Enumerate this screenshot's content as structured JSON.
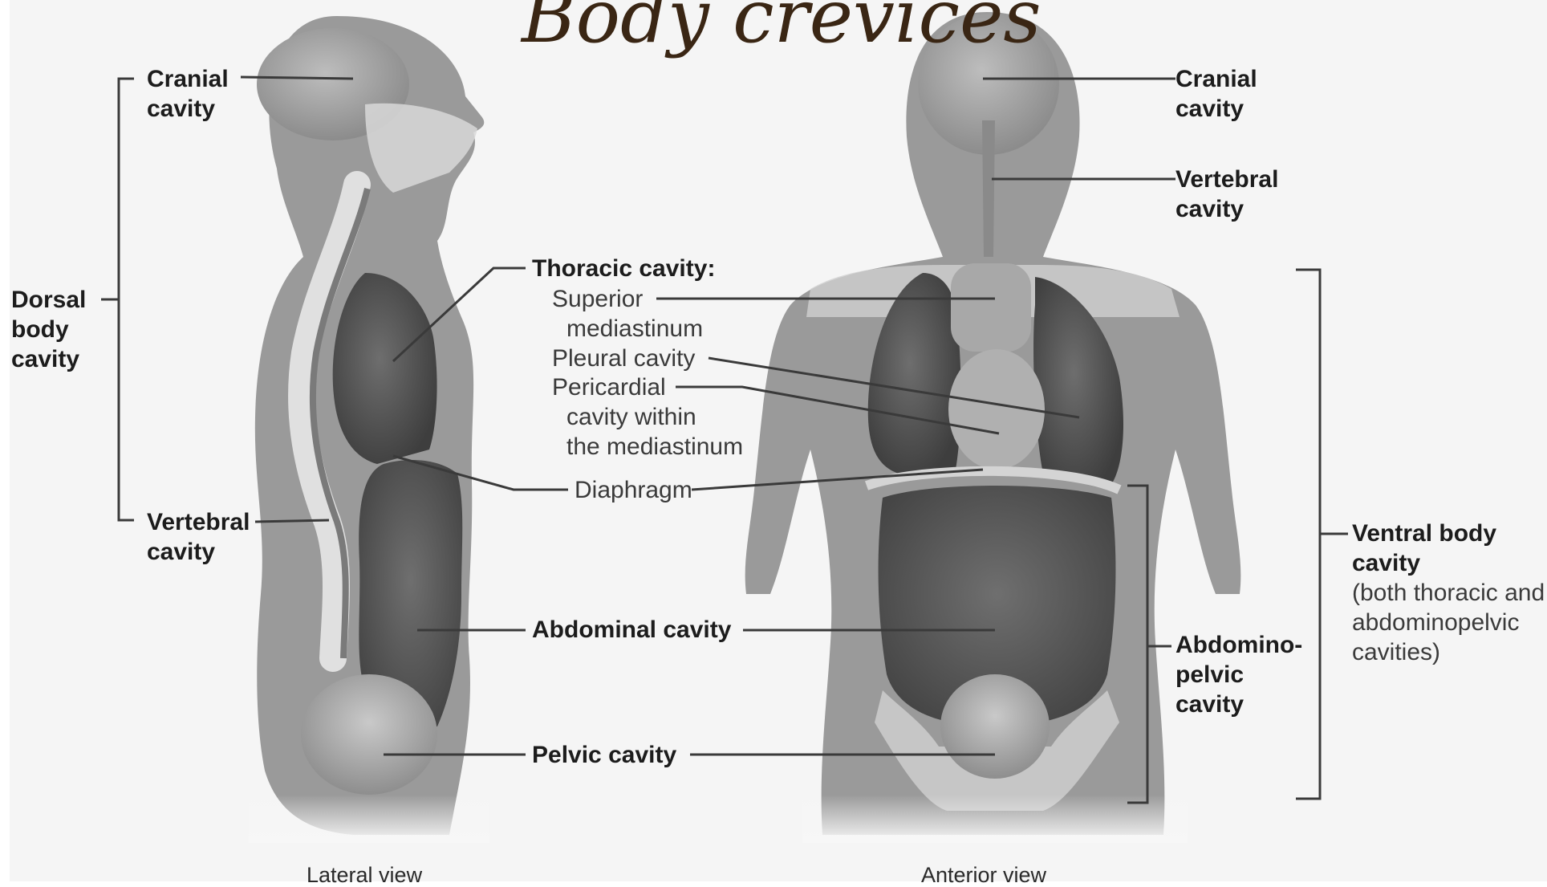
{
  "title": "Body crevices",
  "views": {
    "lateral": "Lateral view",
    "anterior": "Anterior view"
  },
  "labels": {
    "cranial_left": [
      "Cranial",
      "cavity"
    ],
    "dorsal": [
      "Dorsal",
      "body",
      "cavity"
    ],
    "vertebral_left": [
      "Vertebral",
      "cavity"
    ],
    "thoracic_heading": "Thoracic cavity:",
    "superior": [
      "Superior",
      "mediastinum"
    ],
    "pleural": "Pleural cavity",
    "pericardial": [
      "Pericardial",
      "cavity within",
      "the mediastinum"
    ],
    "diaphragm": "Diaphragm",
    "abdominal": "Abdominal cavity",
    "pelvic": "Pelvic cavity",
    "cranial_right": [
      "Cranial",
      "cavity"
    ],
    "vertebral_right": [
      "Vertebral",
      "cavity"
    ],
    "ventral": [
      "Ventral body",
      "cavity"
    ],
    "ventral_note": [
      "(both thoracic and",
      "abdominopelvic",
      "cavities)"
    ],
    "abdominopelvic": [
      "Abdomino-",
      "pelvic",
      "cavity"
    ]
  }
}
